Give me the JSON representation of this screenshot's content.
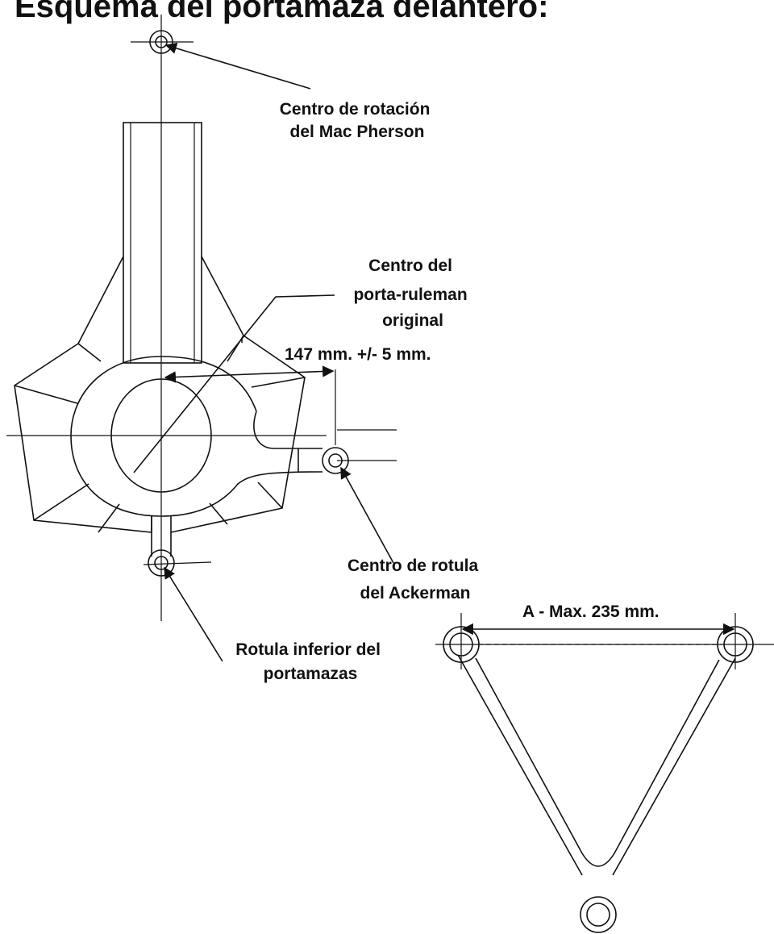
{
  "title": "Esquema del portamaza delantero:",
  "labels": {
    "mac_pherson": [
      "Centro de rotación",
      "del Mac Pherson"
    ],
    "bearing": [
      "Centro del",
      "porta-ruleman",
      "original"
    ],
    "offset_dimension": "147 mm. +/- 5 mm.",
    "ackerman": [
      "Centro de rotula",
      "del Ackerman"
    ],
    "lower_joint": [
      "Rotula inferior del",
      "portamazas"
    ],
    "arm_dimension": "A - Max. 235 mm."
  },
  "colors": {
    "ink": "#111111",
    "background": "#ffffff"
  }
}
